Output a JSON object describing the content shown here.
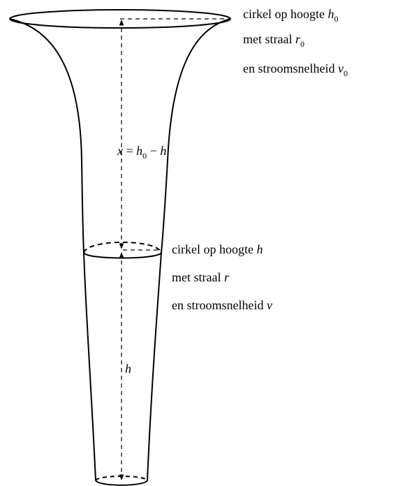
{
  "labels": {
    "top": {
      "line1_text": "cirkel op hoogte ",
      "line1_var": "h",
      "line1_sub": "0",
      "line2_text": "met straal ",
      "line2_var": "r",
      "line2_sub": "0",
      "line3_text": "en stroomsnelheid ",
      "line3_var": "v",
      "line3_sub": "0"
    },
    "middle": {
      "line1_text": "cirkel op hoogte ",
      "line1_var": "h",
      "line2_text": "met straal ",
      "line2_var": "r",
      "line3_text": "en stroomsnelheid ",
      "line3_var": "v"
    },
    "x_formula": {
      "x": "x",
      "eq": " = ",
      "h0": "h",
      "h0_sub": "0",
      "minus": " − ",
      "h": "h"
    },
    "h_label": "h"
  }
}
